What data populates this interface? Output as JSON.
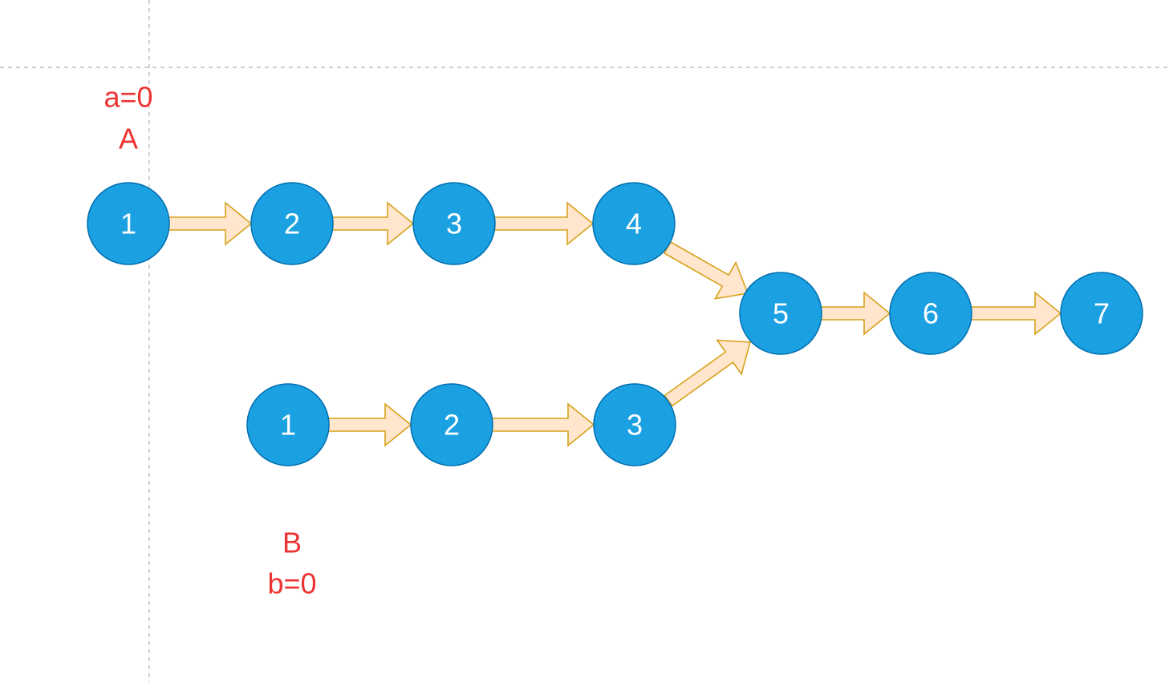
{
  "labels": {
    "a_value": "a=0",
    "a_name": "A",
    "b_name": "B",
    "b_value": "b=0"
  },
  "list_a": {
    "nodes": [
      "1",
      "2",
      "3",
      "4"
    ]
  },
  "list_b": {
    "nodes": [
      "1",
      "2",
      "3"
    ]
  },
  "shared": {
    "nodes": [
      "5",
      "6",
      "7"
    ]
  },
  "colors": {
    "node_fill": "#1ba1e2",
    "node_stroke": "#006eaf",
    "node_text": "#ffffff",
    "arrow_fill": "#ffe6cc",
    "arrow_stroke": "#d6a21b",
    "label_text": "#ee3333",
    "guide_line": "#b3b3b3"
  }
}
